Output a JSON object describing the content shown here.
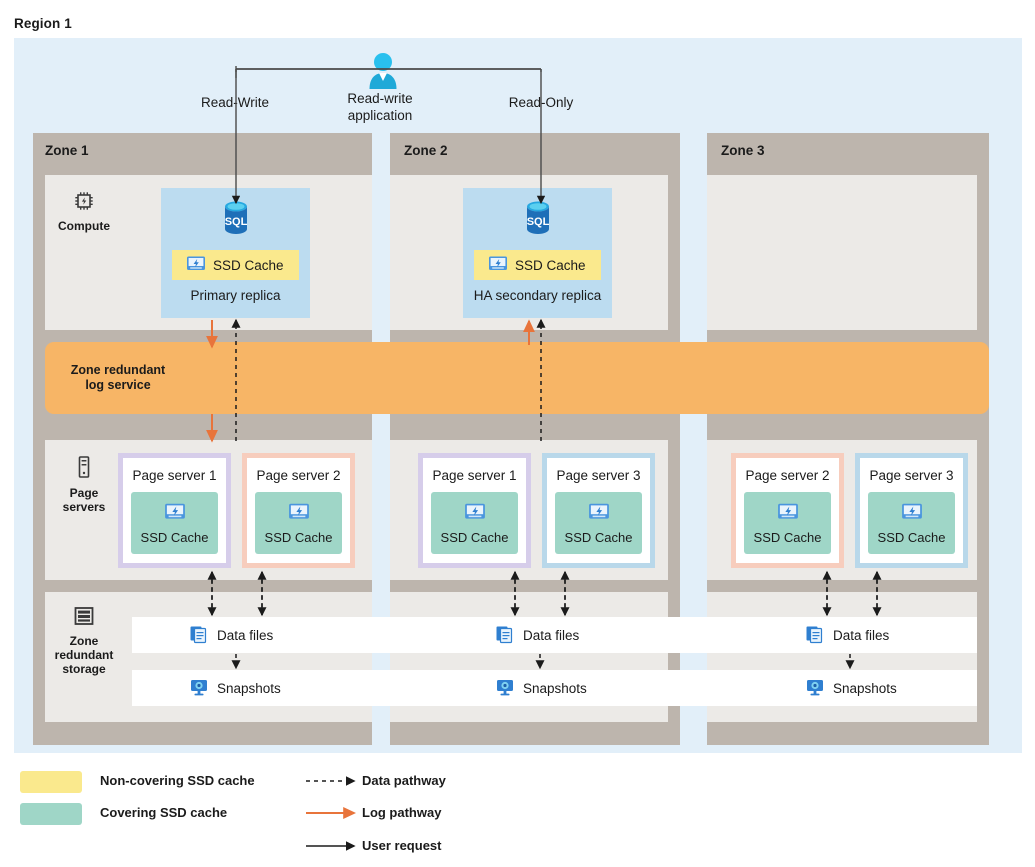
{
  "region": {
    "title": "Region 1"
  },
  "app": {
    "icon": "user-icon",
    "label": "Read-write\napplication",
    "label_line1": "Read-write",
    "label_line2": "application",
    "read_write_label": "Read-Write",
    "read_only_label": "Read-Only"
  },
  "zones": [
    {
      "title": "Zone 1"
    },
    {
      "title": "Zone 2"
    },
    {
      "title": "Zone 3"
    }
  ],
  "rails": [
    {
      "icon": "cpu-chip-icon",
      "label": "Compute"
    },
    {
      "icon": "server-icon",
      "label_line1": "Page",
      "label_line2": "servers"
    },
    {
      "icon": "storage-stack-icon",
      "label_line1": "Zone",
      "label_line2": "redundant",
      "label_line3": "storage"
    }
  ],
  "compute": {
    "replicas": [
      {
        "zone": "Zone 1",
        "icon": "sql-database-icon",
        "cache_icon": "ssd-disk-icon",
        "cache_label": "SSD Cache",
        "cache_type": "non-covering",
        "name": "Primary replica"
      },
      {
        "zone": "Zone 2",
        "icon": "sql-database-icon",
        "cache_icon": "ssd-disk-icon",
        "cache_label": "SSD Cache",
        "cache_type": "non-covering",
        "name": "HA secondary replica"
      }
    ]
  },
  "log_service": {
    "label_line1": "Zone redundant",
    "label_line2": "log service",
    "color": "#f7b566"
  },
  "page_servers": [
    {
      "zone": "Zone 1",
      "title": "Page server 1",
      "cache_label": "SSD Cache",
      "cache_icon": "ssd-disk-icon",
      "border": "purple"
    },
    {
      "zone": "Zone 1",
      "title": "Page server 2",
      "cache_label": "SSD Cache",
      "cache_icon": "ssd-disk-icon",
      "border": "salmon"
    },
    {
      "zone": "Zone 2",
      "title": "Page server 1",
      "cache_label": "SSD Cache",
      "cache_icon": "ssd-disk-icon",
      "border": "purple"
    },
    {
      "zone": "Zone 2",
      "title": "Page server 3",
      "cache_label": "SSD Cache",
      "cache_icon": "ssd-disk-icon",
      "border": "blue"
    },
    {
      "zone": "Zone 3",
      "title": "Page server 2",
      "cache_label": "SSD Cache",
      "cache_icon": "ssd-disk-icon",
      "border": "salmon"
    },
    {
      "zone": "Zone 3",
      "title": "Page server 3",
      "cache_label": "SSD Cache",
      "cache_icon": "ssd-disk-icon",
      "border": "blue"
    }
  ],
  "storage": {
    "data_files": [
      {
        "icon": "data-files-icon",
        "label": "Data files"
      },
      {
        "icon": "data-files-icon",
        "label": "Data files"
      },
      {
        "icon": "data-files-icon",
        "label": "Data files"
      }
    ],
    "snapshots": [
      {
        "icon": "snapshot-icon",
        "label": "Snapshots"
      },
      {
        "icon": "snapshot-icon",
        "label": "Snapshots"
      },
      {
        "icon": "snapshot-icon",
        "label": "Snapshots"
      }
    ]
  },
  "legend": {
    "swatches": [
      {
        "color": "#fae98d",
        "label": "Non-covering SSD cache"
      },
      {
        "color": "#9fd6c7",
        "label": "Covering SSD cache"
      }
    ],
    "arrows": [
      {
        "style": "dashed",
        "color": "#1b1b1b",
        "label": "Data pathway"
      },
      {
        "style": "solid",
        "color": "#e8743b",
        "label": "Log pathway"
      },
      {
        "style": "solid",
        "color": "#1b1b1b",
        "label": "User request"
      }
    ]
  },
  "colors": {
    "region_bg": "#e2eff9",
    "zone_bg": "#bdb5ad",
    "band_bg": "#eceae7",
    "replica_bg": "#bcdcf0",
    "non_covering_cache": "#fae98d",
    "covering_cache": "#9fd6c7",
    "log_service": "#f7b566",
    "log_pathway": "#e8743b",
    "data_pathway": "#1b1b1b"
  }
}
